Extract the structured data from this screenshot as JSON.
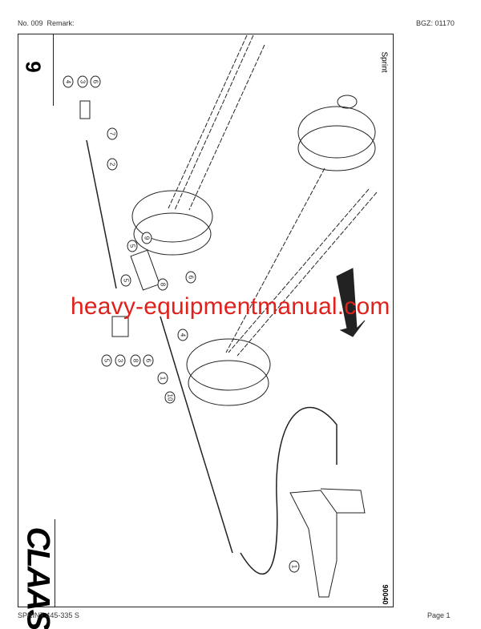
{
  "header": {
    "number": "No. 009",
    "remark": "Remark:",
    "bgz": "BGZ: 01170"
  },
  "footer": {
    "model": "SPRINT 445-335 S",
    "page": "Page 1"
  },
  "drawing": {
    "section_number": "9",
    "model_label": "Sprint",
    "drawing_id": "90040",
    "logo_text": "CLAAS",
    "watermark": "heavy-equipmentmanual.com",
    "watermark_color": "#e0201b",
    "callouts": [
      "4",
      "3",
      "6",
      "7",
      "2",
      "5",
      "9",
      "5",
      "8",
      "6",
      "4",
      "5",
      "3",
      "8",
      "6",
      "1",
      "10",
      "1"
    ]
  }
}
